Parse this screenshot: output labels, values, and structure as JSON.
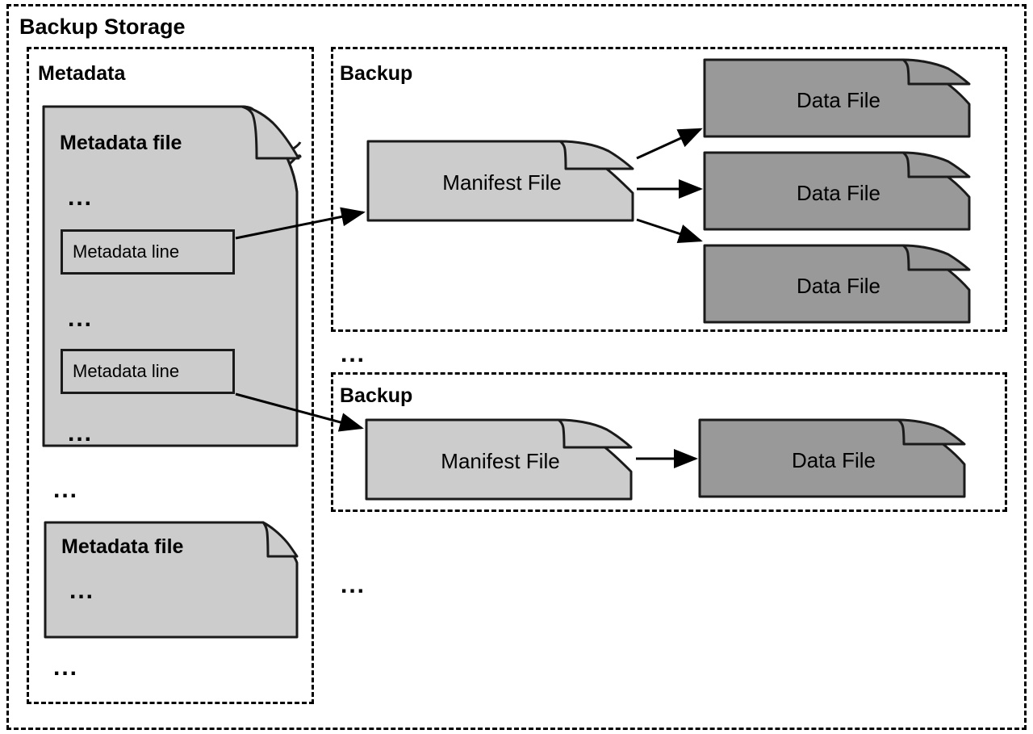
{
  "diagram": {
    "title": "Backup Storage",
    "outer": {
      "label": "Backup Storage"
    },
    "metadata_section": {
      "label": "Metadata"
    },
    "backup_sections": [
      {
        "label": "Backup"
      },
      {
        "label": "Backup"
      }
    ],
    "metadata_files": [
      {
        "label": "Metadata file",
        "ellipses": [
          "...",
          "...",
          "..."
        ],
        "lines": [
          {
            "label": "Metadata line"
          },
          {
            "label": "Metadata line"
          }
        ]
      },
      {
        "label": "Metadata file",
        "ellipses": [
          "..."
        ],
        "lines": []
      }
    ],
    "metadata_section_ellipses": [
      "...",
      "..."
    ],
    "backup1": {
      "manifest": {
        "label": "Manifest File"
      },
      "data_files": [
        {
          "label": "Data File"
        },
        {
          "label": "Data File"
        },
        {
          "label": "Data File"
        }
      ]
    },
    "backup2": {
      "manifest": {
        "label": "Manifest File"
      },
      "data_files": [
        {
          "label": "Data File"
        }
      ]
    },
    "between_backups_ellipsis": "...",
    "after_backups_ellipsis": "...",
    "colors": {
      "border": "#000000",
      "manifest_fill": "#cccccc",
      "metadata_fill": "#cccccc",
      "data_fill": "#999999",
      "shape_stroke": "#1a1a1a",
      "background": "#ffffff"
    }
  }
}
